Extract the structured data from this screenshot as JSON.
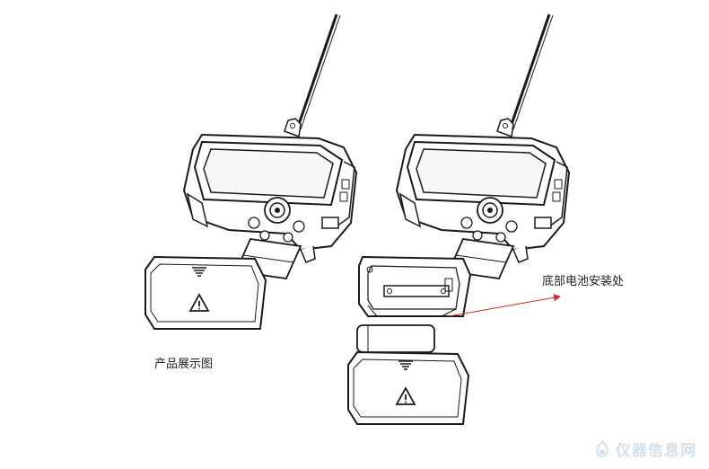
{
  "labels": {
    "product_display": "产品展示图",
    "battery_location": "底部电池安装处"
  },
  "watermark": {
    "text": "仪器信息网"
  },
  "colors": {
    "line": "#1a1a1a",
    "arrow": "#d62a2a",
    "screen": "#f7f7f7",
    "watermark": "#c9dbe8"
  },
  "icons": [
    "warning-triangle-icon",
    "down-arrows-icon",
    "watermark-logo-icon"
  ]
}
